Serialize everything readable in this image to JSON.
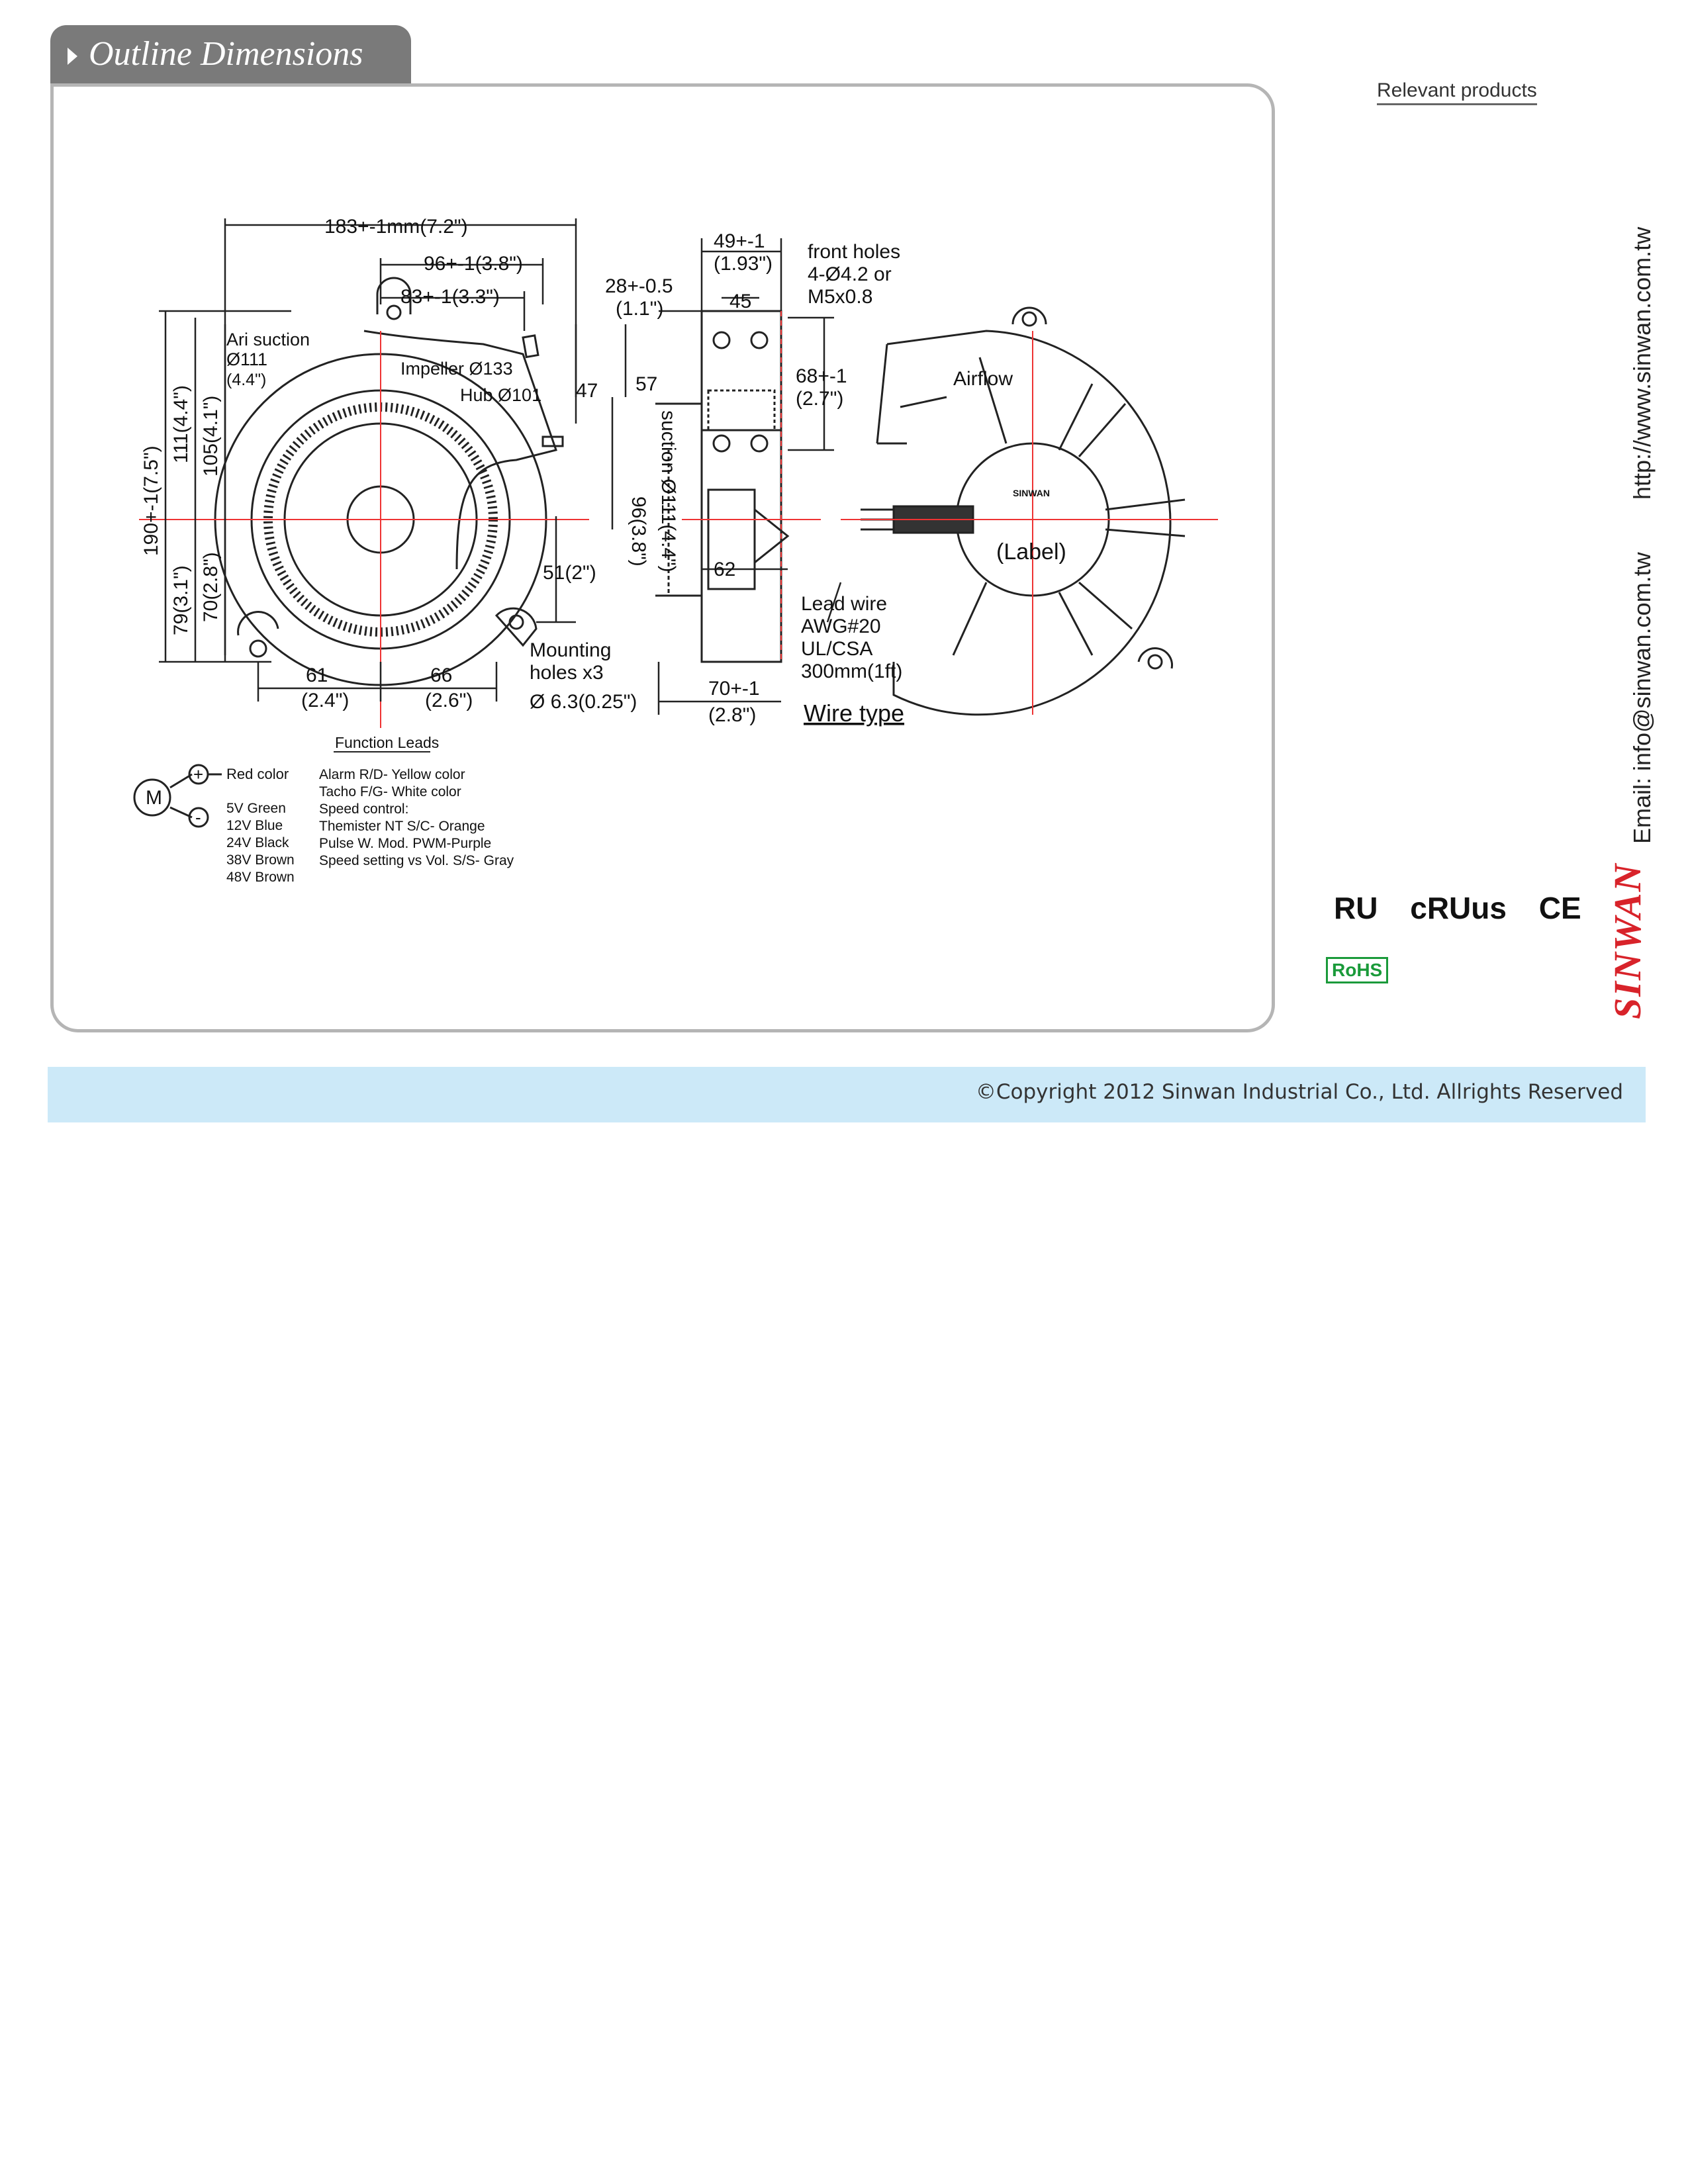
{
  "section": {
    "title": "Outline Dimensions"
  },
  "sidebar": {
    "relevant_link": "Relevant products",
    "website": "http://www.sinwan.com.tw",
    "email": "Email: info@sinwan.com.tw",
    "brand": "SINWAN",
    "certifications": [
      "RU",
      "cRUus",
      "CE"
    ],
    "rohs": "RoHS"
  },
  "drawing": {
    "dims": {
      "overall_width": "183+-1mm(7.2\")",
      "width_96": "96+-1(3.8\")",
      "width_83": "83+-1(3.3\")",
      "depth_28": "28+-0.5",
      "depth_28_in": "(1.1\")",
      "depth_49": "49+-1",
      "depth_49_in": "(1.93\")",
      "depth_45": "45",
      "front_holes": [
        "front holes",
        "4-Ø4.2 or",
        "M5x0.8"
      ],
      "ari_suction": [
        "Ari suction",
        "Ø111",
        "(4.4\")"
      ],
      "impeller": "Impeller Ø133",
      "hub": "Hub Ø101",
      "h47": "47",
      "h57": "57",
      "h96": "96(3.8\")",
      "suction": "suction Ø111(4.4\")",
      "h68": "68+-1",
      "h68_in": "(2.7\")",
      "airflow": "Airflow",
      "height_190": "190+-1(7.5\")",
      "height_111": "111(4.4\")",
      "height_105": "105(4.1\")",
      "height_79": "79(3.1\")",
      "height_70": "70(2.8\")",
      "h51": "51(2\")",
      "w62": "62",
      "label": "(Label)",
      "lead_wire": [
        "Lead wire",
        "AWG#20",
        "UL/CSA",
        "300mm(1ft)"
      ],
      "mounting": [
        "Mounting",
        "holes x3",
        "Ø 6.3(0.25\")"
      ],
      "w61": "61",
      "w61_in": "(2.4\")",
      "w66": "66",
      "w66_in": "(2.6\")",
      "w70": "70+-1",
      "w70_in": "(2.8\")",
      "wire_type": "Wire type",
      "logo": "SINWAN"
    },
    "leads": {
      "title": "Function Leads",
      "motor": "M",
      "plus": "+",
      "minus": "-",
      "red": "Red color",
      "voltages": [
        "5V  Green",
        "12V  Blue",
        "24V  Black",
        "38V  Brown",
        "48V  Brown"
      ],
      "functions": [
        "Alarm R/D- Yellow color",
        "Tacho F/G- White color",
        "Speed control:",
        "Themister NT S/C- Orange",
        "Pulse W. Mod. PWM-Purple",
        "Speed setting vs Vol. S/S- Gray"
      ]
    }
  },
  "footer": {
    "copyright": "©Copyright 2012 Sinwan Industrial Co., Ltd. Allrights Reserved"
  }
}
